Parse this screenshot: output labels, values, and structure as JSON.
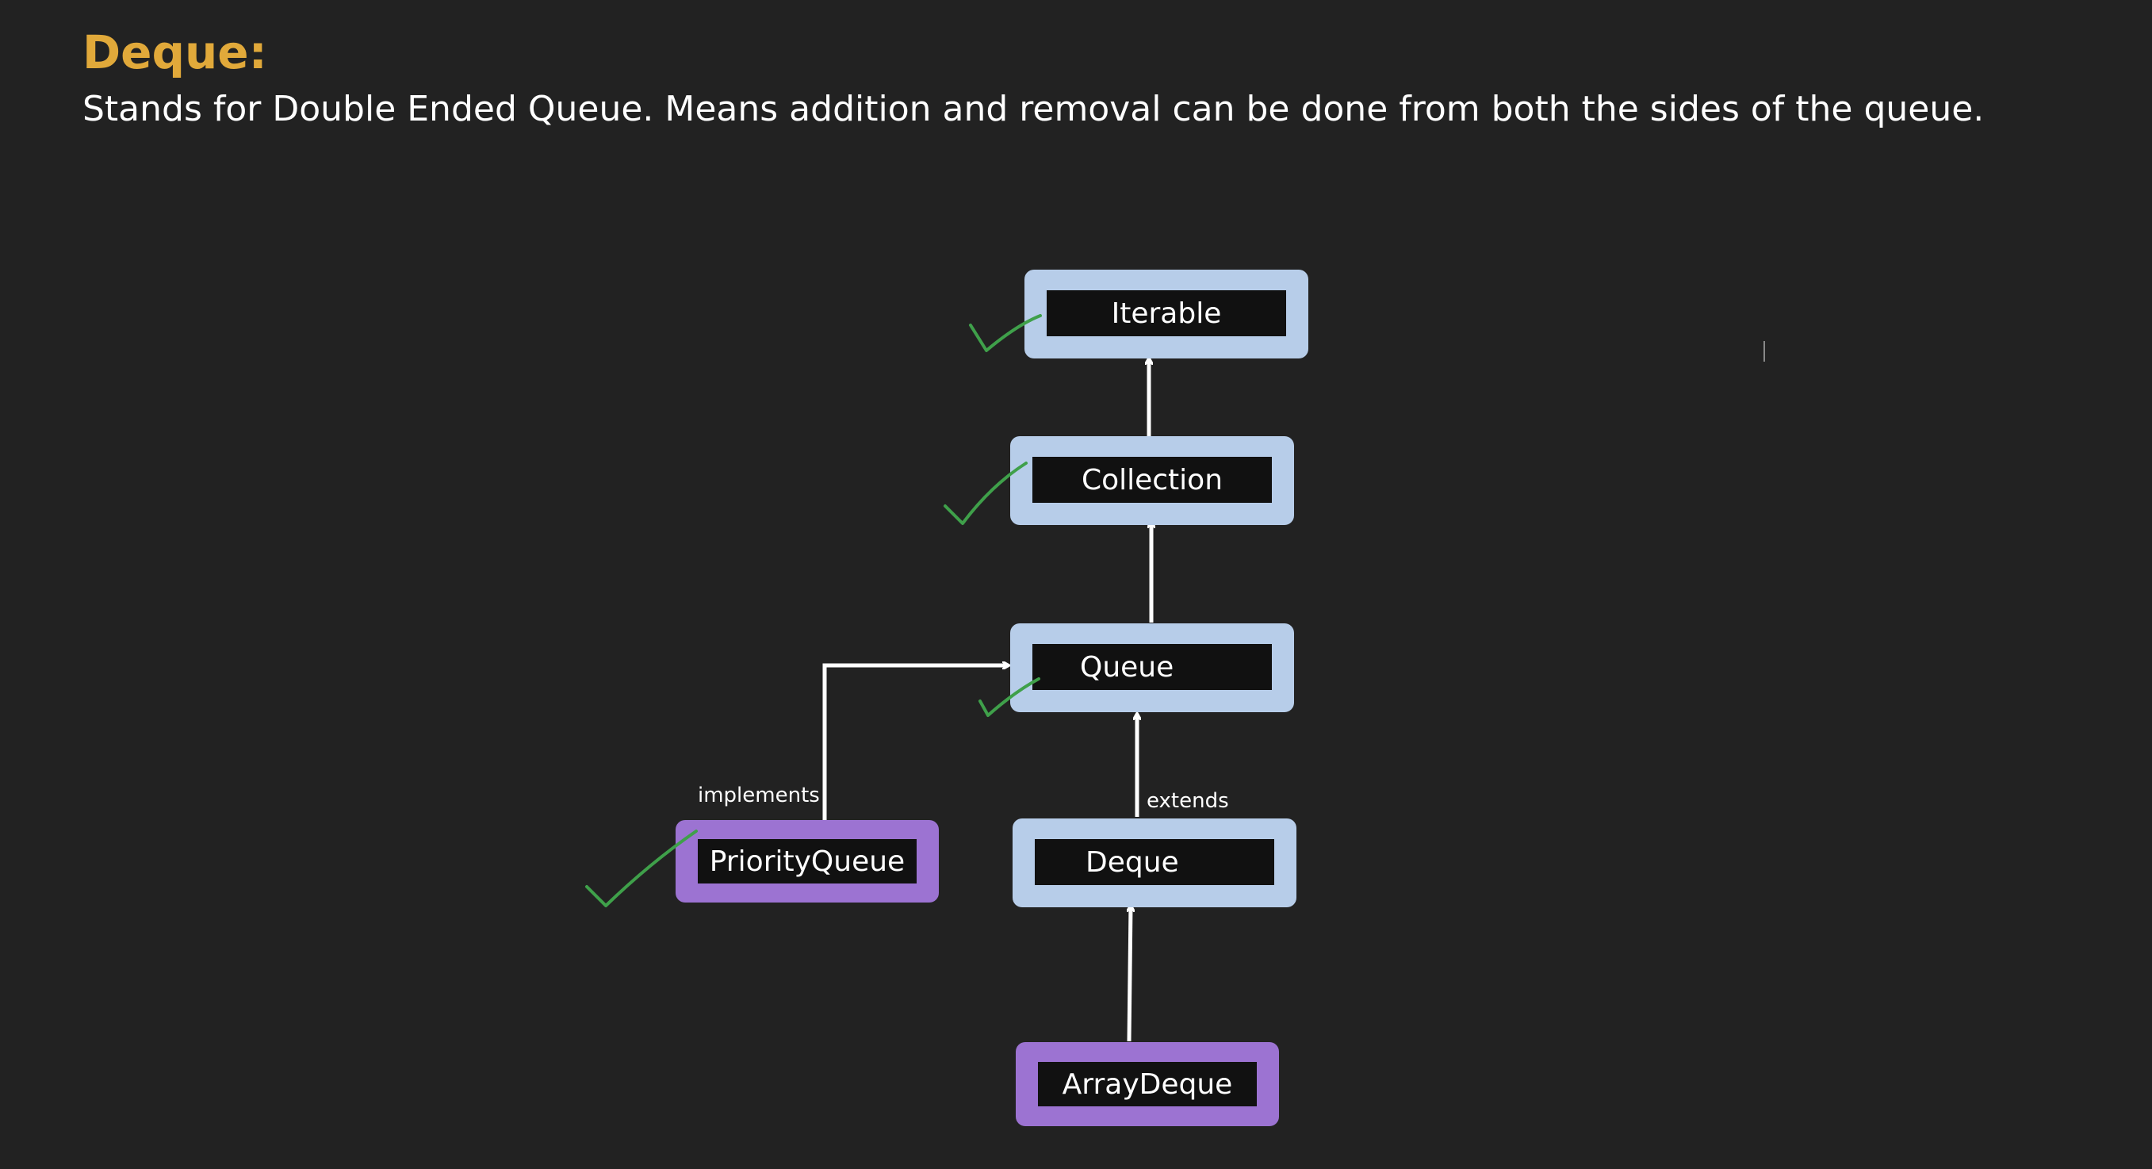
{
  "header": {
    "title": "Deque:",
    "description": "Stands for Double Ended Queue. Means addition and removal can be done from both the sides of the queue."
  },
  "diagram": {
    "nodes": {
      "iterable": "Iterable",
      "collection": "Collection",
      "queue": "Queue",
      "priority_queue": "PriorityQueue",
      "deque": "Deque",
      "array_deque": "ArrayDeque"
    },
    "edge_labels": {
      "implements": "implements",
      "extends": "extends"
    }
  },
  "colors": {
    "title": "#e1a93a",
    "interface_border": "#b7cde9",
    "class_border": "#9c73d2",
    "checkmark": "#3fa04a",
    "arrow": "#ffffff"
  }
}
